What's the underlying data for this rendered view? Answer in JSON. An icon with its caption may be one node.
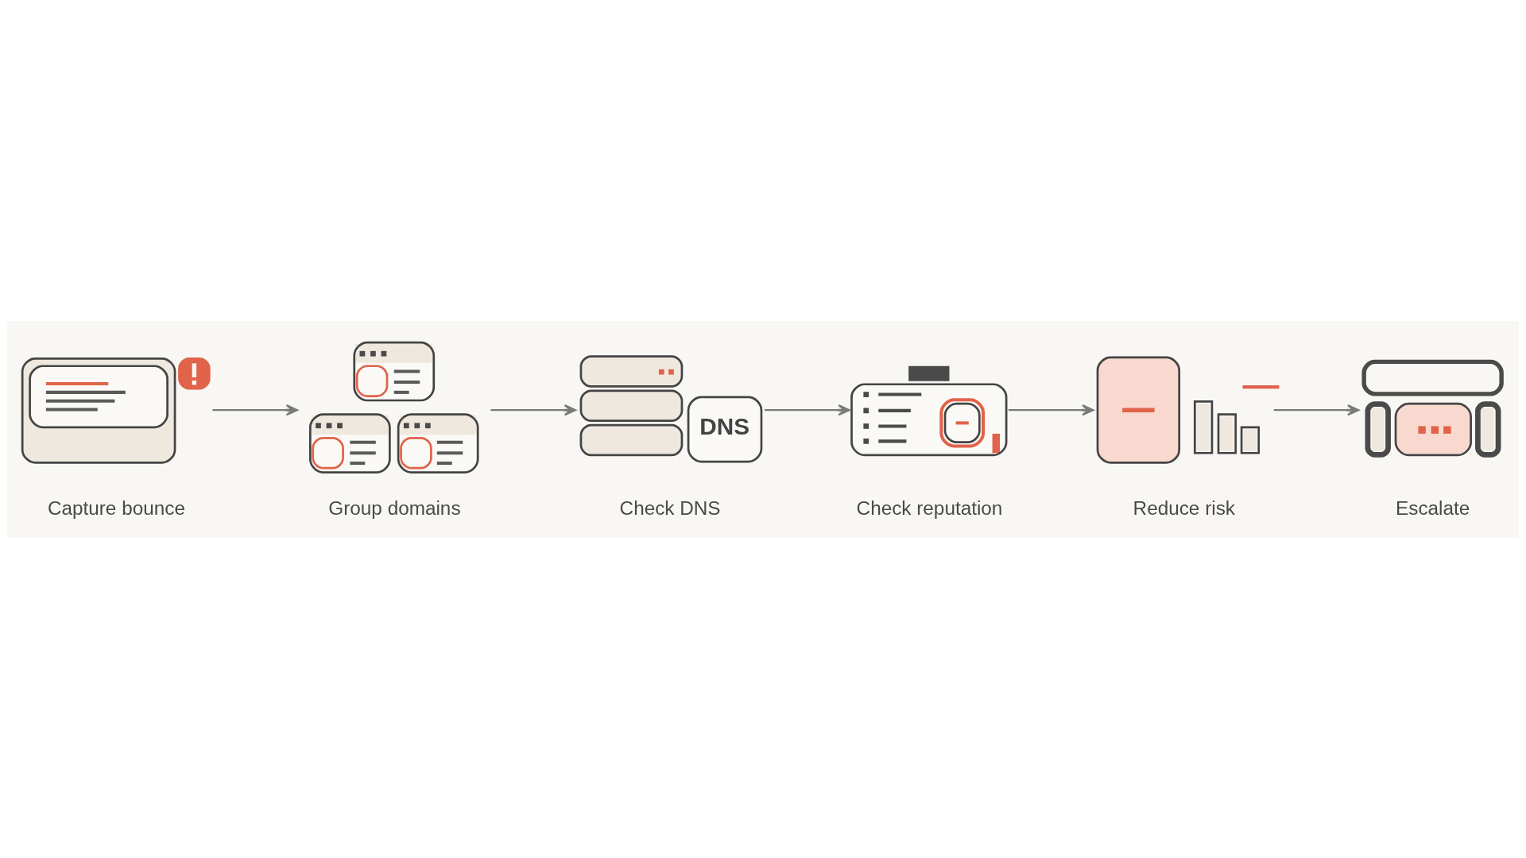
{
  "diagram": {
    "nodes": [
      {
        "text": [],
        "shape": "picture",
        "beside": [
          "Capture bounce"
        ]
      },
      {
        "text": [],
        "shape": "picture",
        "beside": [
          "Group domains"
        ]
      },
      {
        "text": [
          "DNS"
        ],
        "beside": [
          "Check DNS"
        ]
      },
      {
        "text": [],
        "shape": "picture",
        "beside": [
          "Check reputation"
        ]
      },
      {
        "text": [],
        "shape": "picture",
        "beside": [
          "Reduce risk"
        ]
      },
      {
        "text": [],
        "shape": "picture",
        "beside": [
          "Escalate"
        ]
      }
    ],
    "edges": [
      {
        "from": 0,
        "to": 1,
        "arrow": "to"
      },
      {
        "from": 1,
        "to": 2,
        "arrow": "to"
      },
      {
        "from": 2,
        "to": 3,
        "arrow": "to"
      },
      {
        "from": 3,
        "to": 4,
        "arrow": "to"
      },
      {
        "from": 4,
        "to": 5,
        "arrow": "to"
      }
    ]
  }
}
